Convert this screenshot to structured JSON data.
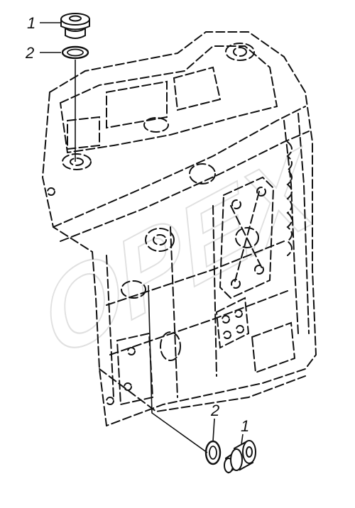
{
  "callouts": {
    "top_plug": "1",
    "top_washer": "2",
    "bottom_washer": "2",
    "bottom_plug": "1"
  },
  "watermark": {
    "text": "OPEX"
  },
  "colors": {
    "line": "#111111",
    "watermark": "#c8c8c8",
    "background": "#ffffff"
  }
}
